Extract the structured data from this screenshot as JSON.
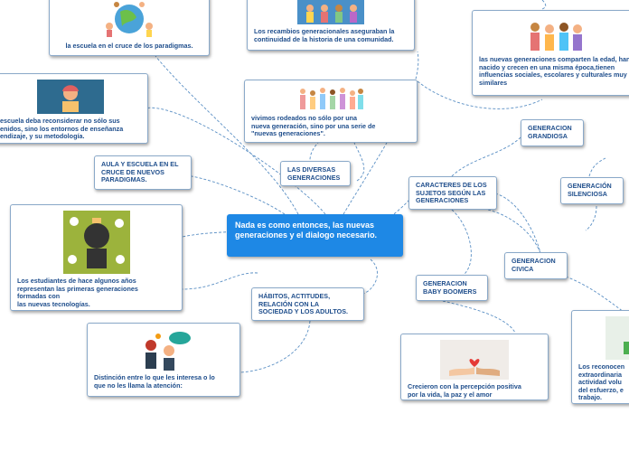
{
  "central": {
    "label": "Nada es como entonces, las nuevas generaciones y el dialogo necesario."
  },
  "nodes": {
    "escuela_paradigmas": "la escuela en el cruce de los paradigmas.",
    "recambios": "Los recambios generacionales aseguraban la continuidad de la historia de una comunidad.",
    "comparten": "las nuevas generaciones comparten la edad, han nacido y crecen en una misma época,tienen influencias sociales, escolares y culturales muy similares",
    "reconsiderar": "escuela deba reconsiderar no sólo sus\nenidos, sino los entornos de enseñanza\nendizaje, y su metodología.",
    "rodeados": "vivimos rodeados no sólo por una\n nueva generación, sino por una serie de\n\"nuevas generaciones\".",
    "grandiosa": "GENERACION\nGRANDIOSA",
    "aula": "AULA Y ESCUELA EN EL\nCRUCE DE NUEVOS\nPARADIGMAS.",
    "diversas": "LAS DIVERSAS\nGENERACIONES",
    "caracteres": "CARACTERES DE LOS\nSUJETOS SEGÚN LAS\nGENERACIONES",
    "silenciosa": "GENERACIÓN\nSILENCIOSA",
    "estudiantes": "Los estudiantes de hace algunos años\nrepresentan las primeras generaciones\nformadas con\n las nuevas tecnologías.",
    "civica": "GENERACION\nCIVICA",
    "boomers": "GENERACION\nBABY BOOMERS",
    "habitos": "HÁBITOS, ACTITUDES,\nRELACIÓN CON LA\nSOCIEDAD Y LOS ADULTOS.",
    "reconocen": "Los reconocen\nextraordinaria\nactividad volu\ndel esfuerzo, e\ntrabajo.",
    "distincion": "Distinción entre lo que les interesa o lo\nque no les llama la atención:",
    "crecieron": "Crecieron con la percepción positiva\npor la vida, la paz y el amor"
  },
  "colors": {
    "central": "#1e88e5",
    "link": "#5a8fc4",
    "text": "#1f4e8c"
  }
}
